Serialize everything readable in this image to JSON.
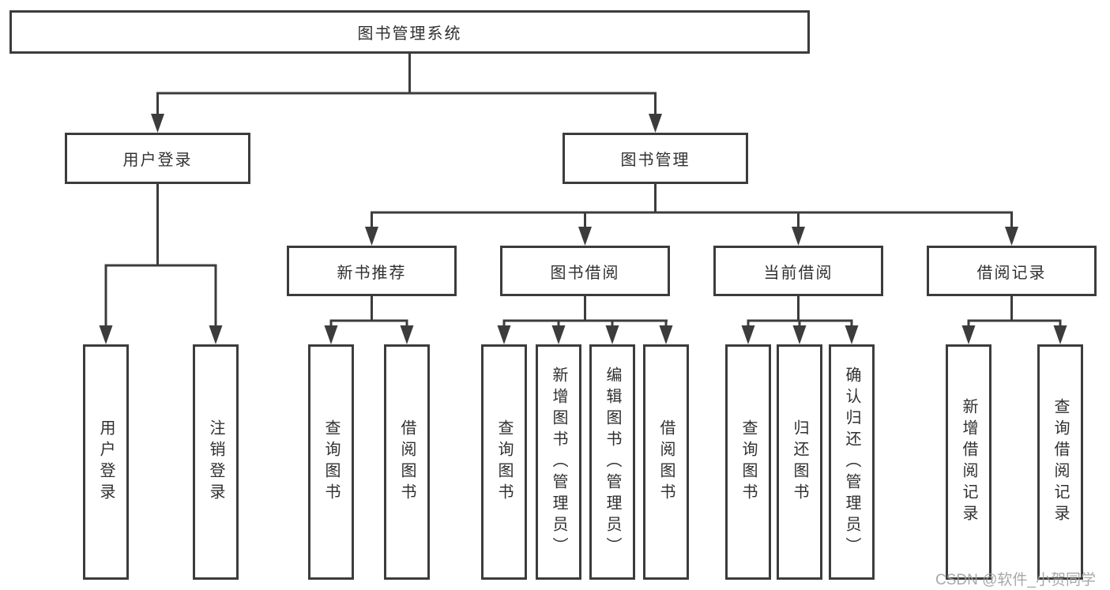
{
  "diagram": {
    "title": "图书管理系统",
    "level2": {
      "user_login": "用户登录",
      "book_management": "图书管理"
    },
    "level3": {
      "new_book_recommend": "新书推荐",
      "book_borrowing": "图书借阅",
      "current_borrowing": "当前借阅",
      "borrowing_records": "借阅记录"
    },
    "leaves": {
      "user_login": "用户登录",
      "logout": "注销登录",
      "nbr_query_books": "查询图书",
      "nbr_borrow_books": "借阅图书",
      "bb_query_books": "查询图书",
      "bb_add_books_admin": "新增图书（管理员）",
      "bb_edit_books_admin": "编辑图书（管理员）",
      "bb_borrow_books": "借阅图书",
      "cb_query_books": "查询图书",
      "cb_return_books": "归还图书",
      "cb_confirm_return_admin": "确认归还（管理员）",
      "br_add_record": "新增借阅记录",
      "br_query_record": "查询借阅记录"
    }
  },
  "watermark": "CSDN @软件_小贺同学",
  "colors": {
    "line": "#3c3c3c",
    "text": "#303030",
    "watermark": "#9e9ea0",
    "background": "#ffffff"
  }
}
